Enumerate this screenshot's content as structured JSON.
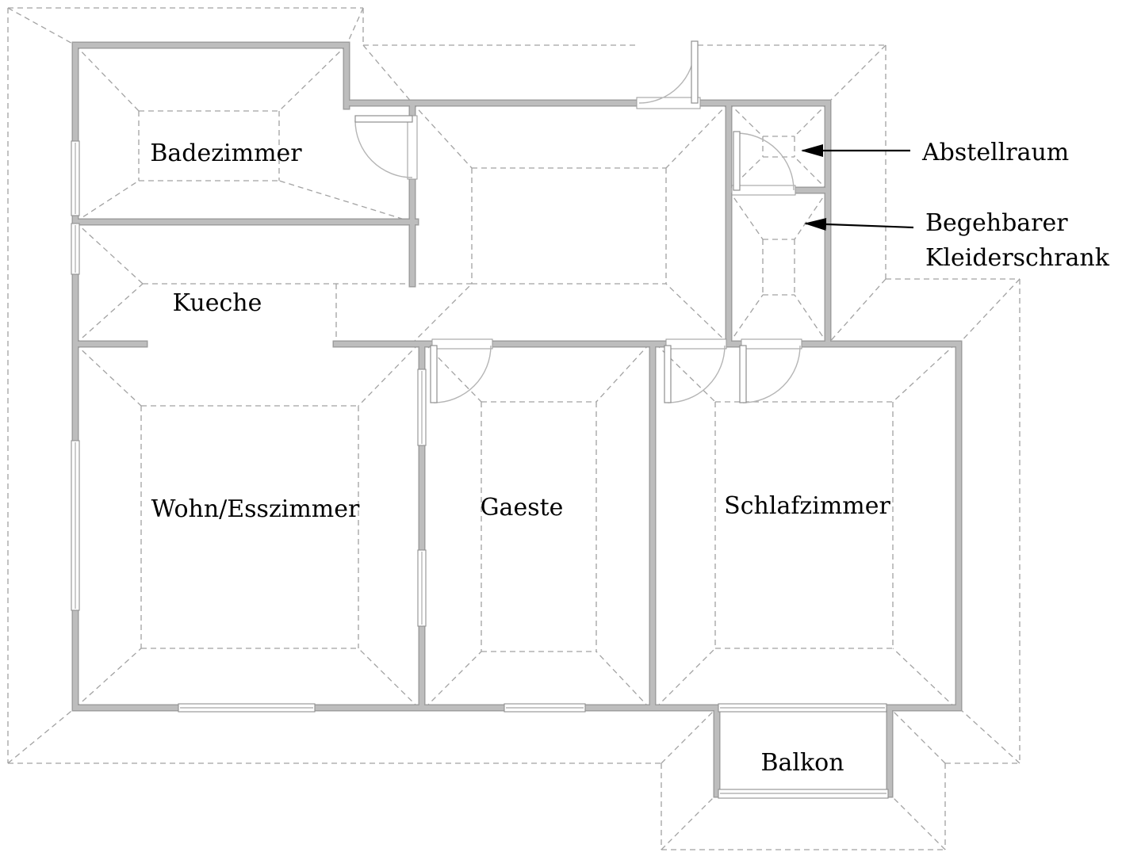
{
  "rooms": {
    "badezimmer": "Badezimmer",
    "kueche": "Kueche",
    "wohn_esszimmer": "Wohn/Esszimmer",
    "gaeste": "Gaeste",
    "schlafzimmer": "Schlafzimmer",
    "balkon": "Balkon"
  },
  "callouts": {
    "abstellraum": "Abstellraum",
    "kleiderschrank_line1": "Begehbarer",
    "kleiderschrank_line2": "Kleiderschrank"
  },
  "colors": {
    "wall": "#b2b2b2",
    "dashed_lines": "#a2a2a2",
    "text": "#000000",
    "background": "#ffffff"
  }
}
